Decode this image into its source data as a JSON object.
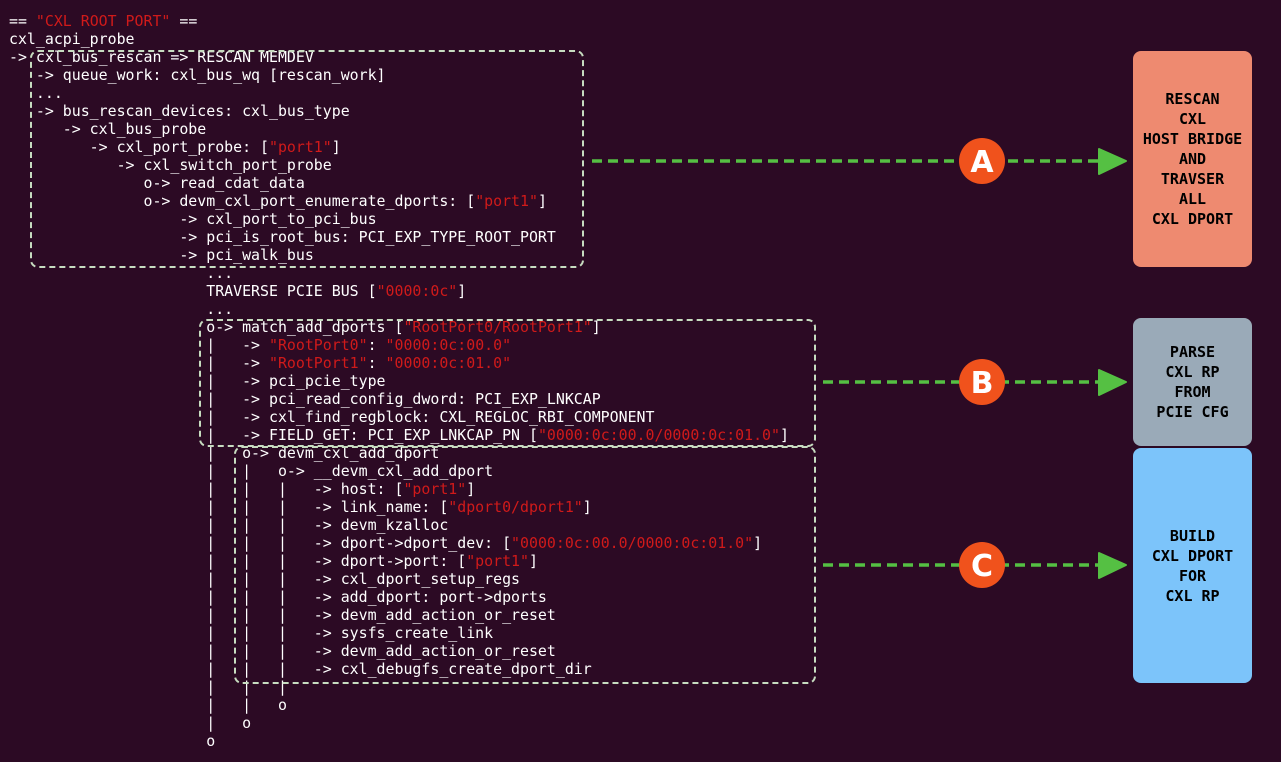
{
  "code_lines": [
    [
      {
        "t": "== "
      },
      {
        "t": "\"CXL ROOT PORT\"",
        "c": "hl"
      },
      {
        "t": " =="
      }
    ],
    [
      {
        "t": "cxl_acpi_probe"
      }
    ],
    [
      {
        "t": "-> cxl_bus_rescan => RESCAN MEMDEV"
      }
    ],
    [
      {
        "t": "   -> queue_work: cxl_bus_wq [rescan_work]"
      }
    ],
    [
      {
        "t": "   ..."
      }
    ],
    [
      {
        "t": "   -> bus_rescan_devices: cxl_bus_type"
      }
    ],
    [
      {
        "t": "      -> cxl_bus_probe"
      }
    ],
    [
      {
        "t": "         -> cxl_port_probe: ["
      },
      {
        "t": "\"port1\"",
        "c": "hl"
      },
      {
        "t": "]"
      }
    ],
    [
      {
        "t": "            -> cxl_switch_port_probe"
      }
    ],
    [
      {
        "t": "               o-> read_cdat_data"
      }
    ],
    [
      {
        "t": "               o-> devm_cxl_port_enumerate_dports: ["
      },
      {
        "t": "\"port1\"",
        "c": "hl"
      },
      {
        "t": "]"
      }
    ],
    [
      {
        "t": "                   -> cxl_port_to_pci_bus"
      }
    ],
    [
      {
        "t": "                   -> pci_is_root_bus: PCI_EXP_TYPE_ROOT_PORT"
      }
    ],
    [
      {
        "t": "                   -> pci_walk_bus"
      }
    ],
    [
      {
        "t": "                      ..."
      }
    ],
    [
      {
        "t": "                      TRAVERSE PCIE BUS ["
      },
      {
        "t": "\"0000:0c\"",
        "c": "hl"
      },
      {
        "t": "]"
      }
    ],
    [
      {
        "t": "                      ..."
      }
    ],
    [
      {
        "t": "                      o-> match_add_dports ["
      },
      {
        "t": "\"RootPort0/RootPort1\"",
        "c": "hl"
      },
      {
        "t": "]"
      }
    ],
    [
      {
        "t": "                      |   -> "
      },
      {
        "t": "\"RootPort0\"",
        "c": "hl"
      },
      {
        "t": ": "
      },
      {
        "t": "\"0000:0c:00.0\"",
        "c": "hl"
      }
    ],
    [
      {
        "t": "                      |   -> "
      },
      {
        "t": "\"RootPort1\"",
        "c": "hl"
      },
      {
        "t": ": "
      },
      {
        "t": "\"0000:0c:01.0\"",
        "c": "hl"
      }
    ],
    [
      {
        "t": "                      |   -> pci_pcie_type"
      }
    ],
    [
      {
        "t": "                      |   -> pci_read_config_dword: PCI_EXP_LNKCAP"
      }
    ],
    [
      {
        "t": "                      |   -> cxl_find_regblock: CXL_REGLOC_RBI_COMPONENT"
      }
    ],
    [
      {
        "t": "                      |   -> FIELD_GET: PCI_EXP_LNKCAP_PN ["
      },
      {
        "t": "\"0000:0c:00.0/0000:0c:01.0\"",
        "c": "hl"
      },
      {
        "t": "]"
      }
    ],
    [
      {
        "t": "                      |   o-> devm_cxl_add_dport"
      }
    ],
    [
      {
        "t": "                      |   |   o-> __devm_cxl_add_dport"
      }
    ],
    [
      {
        "t": "                      |   |   |   -> host: ["
      },
      {
        "t": "\"port1\"",
        "c": "hl"
      },
      {
        "t": "]"
      }
    ],
    [
      {
        "t": "                      |   |   |   -> link_name: ["
      },
      {
        "t": "\"dport0/dport1\"",
        "c": "hl"
      },
      {
        "t": "]"
      }
    ],
    [
      {
        "t": "                      |   |   |   -> devm_kzalloc"
      }
    ],
    [
      {
        "t": "                      |   |   |   -> dport->dport_dev: ["
      },
      {
        "t": "\"0000:0c:00.0/0000:0c:01.0\"",
        "c": "hl"
      },
      {
        "t": "]"
      }
    ],
    [
      {
        "t": "                      |   |   |   -> dport->port: ["
      },
      {
        "t": "\"port1\"",
        "c": "hl"
      },
      {
        "t": "]"
      }
    ],
    [
      {
        "t": "                      |   |   |   -> cxl_dport_setup_regs"
      }
    ],
    [
      {
        "t": "                      |   |   |   -> add_dport: port->dports"
      }
    ],
    [
      {
        "t": "                      |   |   |   -> devm_add_action_or_reset"
      }
    ],
    [
      {
        "t": "                      |   |   |   -> sysfs_create_link"
      }
    ],
    [
      {
        "t": "                      |   |   |   -> devm_add_action_or_reset"
      }
    ],
    [
      {
        "t": "                      |   |   |   -> cxl_debugfs_create_dport_dir"
      }
    ],
    [
      {
        "t": "                      |   |   |"
      }
    ],
    [
      {
        "t": "                      |   |   o"
      }
    ],
    [
      {
        "t": "                      |   o"
      }
    ],
    [
      {
        "t": "                      o"
      }
    ]
  ],
  "markers": [
    {
      "id": "A",
      "label": "A"
    },
    {
      "id": "B",
      "label": "B"
    },
    {
      "id": "C",
      "label": "C"
    }
  ],
  "boxes": [
    {
      "id": "A",
      "text": "RESCAN\nCXL\nHOST BRIDGE\nAND\nTRAVSER\nALL\nCXL DPORT",
      "color": "#ee8a70"
    },
    {
      "id": "B",
      "text": "PARSE\nCXL RP\nFROM\nPCIE CFG",
      "color": "#9aaab8"
    },
    {
      "id": "C",
      "text": "BUILD\nCXL DPORT\nFOR\nCXL RP",
      "color": "#7cc4fa"
    }
  ],
  "colors": {
    "background": "#2c0a24",
    "code_text": "#ffffff",
    "string_highlight": "#d01a1a",
    "dashed_frame": "#c7dcc0",
    "connector": "#55c043",
    "marker_circle": "#f0521c"
  }
}
